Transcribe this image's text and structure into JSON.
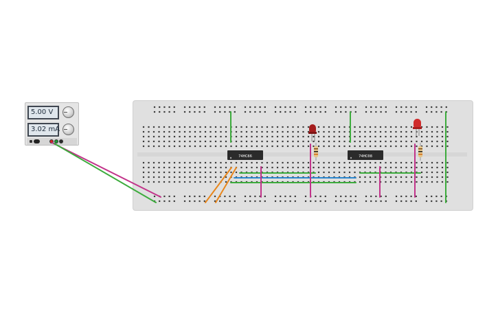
{
  "power_supply": {
    "voltage_display": "5.00 V",
    "current_display": "3.02 mA",
    "colors": {
      "display_bg": "#dfe6ec",
      "terminal_positive": "#d32626",
      "terminal_ground": "#1d9b34"
    }
  },
  "chips": [
    {
      "label": "74HC86"
    },
    {
      "label": "74HC08"
    }
  ],
  "wire_colors": {
    "green": "#3cab3c",
    "magenta": "#c2338a",
    "orange": "#e8861b",
    "blue": "#2b87cf"
  },
  "led_colors": {
    "led_1": "#a51d1d",
    "led_2": "#d02b2b"
  }
}
